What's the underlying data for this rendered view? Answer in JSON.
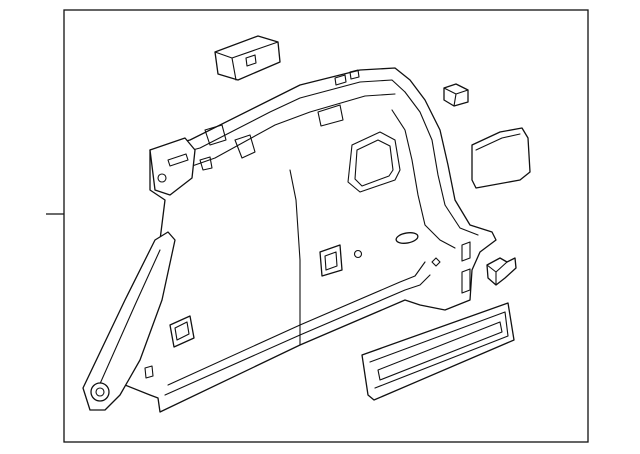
{
  "diagram": {
    "kind": "exploded-parts-illustration",
    "labels": [],
    "colors": {
      "ink": "#111111",
      "paper": "#ffffff"
    },
    "parts": [
      "upper-clip",
      "small-clip",
      "quarter-trim-panel",
      "cover-plate",
      "bracket-clip",
      "lower-molding-strip"
    ]
  }
}
